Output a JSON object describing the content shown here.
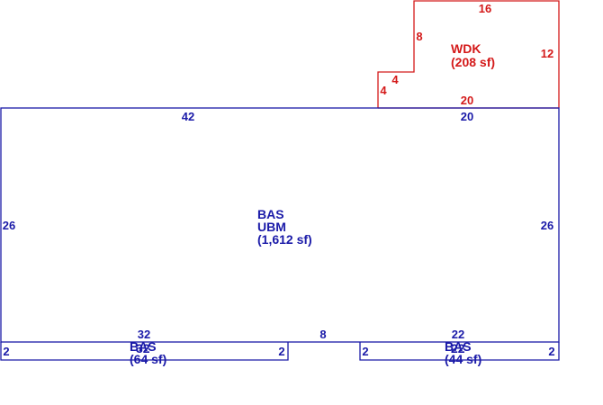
{
  "colors": {
    "main": "#1a1aa8",
    "deck": "#d41a1a",
    "background": "#ffffff"
  },
  "areas": {
    "main": {
      "code": "BAS",
      "sub": "UBM",
      "area": "(1,612 sf)"
    },
    "deck": {
      "code": "WDK",
      "area": "(208 sf)"
    },
    "left_ext": {
      "code": "BAS",
      "code_overlap": "32",
      "area": "(64 sf)"
    },
    "right_ext": {
      "code": "BAS",
      "code_overlap": "22",
      "area": "(44 sf)"
    }
  },
  "dimensions": {
    "main_top_left": "42",
    "main_top_right": "20",
    "main_left": "26",
    "main_right": "26",
    "main_bottom_left": "32",
    "main_bottom_mid": "8",
    "main_bottom_right": "22",
    "deck_top": "16",
    "deck_right": "12",
    "deck_bottom": "20",
    "deck_left_upper": "8",
    "deck_step_horizontal": "4",
    "deck_left_lower": "4",
    "left_ext_left": "2",
    "left_ext_right": "2",
    "right_ext_left": "2",
    "right_ext_right": "2"
  }
}
